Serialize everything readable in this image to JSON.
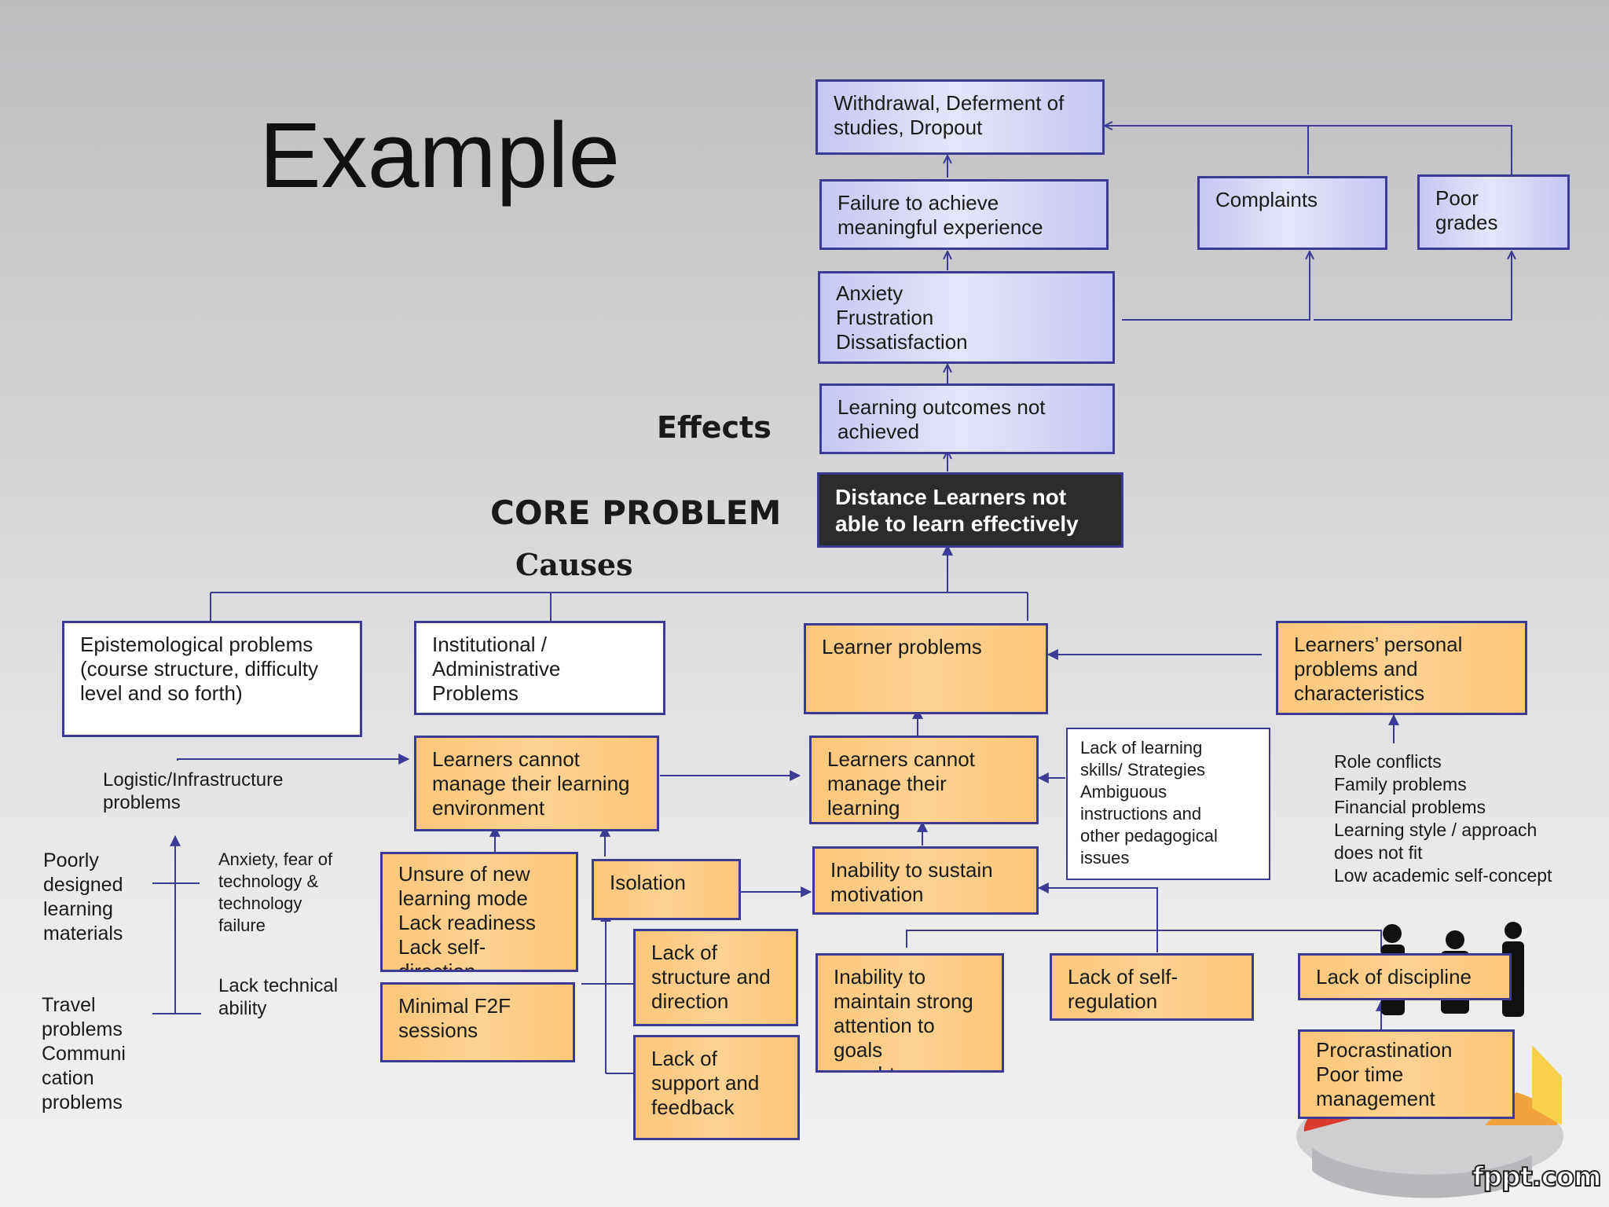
{
  "title": "Example",
  "sections": {
    "effects": "Effects",
    "core_problem": "CORE PROBLEM",
    "causes": "Causes"
  },
  "effects": {
    "withdrawal": "Withdrawal, Deferment of\nstudies, Dropout",
    "failure": "Failure to achieve\nmeaningful experience",
    "complaints": "Complaints",
    "poor_grades": "Poor\ngrades",
    "anxiety": "Anxiety\nFrustration\nDissatisfaction",
    "outcomes": "Learning outcomes not\nachieved"
  },
  "core": "Distance Learners not\nable to learn effectively",
  "causes": {
    "epistemological": "Epistemological problems\n(course structure, difficulty\nlevel and so forth)",
    "institutional": "Institutional  /\nAdministrative\nProblems",
    "learner_problems": "Learner problems",
    "personal": "Learners’ personal\nproblems and\ncharacteristics",
    "manage_env": "Learners cannot\nmanage their learning\nenvironment",
    "manage_act": "Learners cannot\nmanage their learning\nactivities",
    "lack_skills": "Lack of learning\nskills/ Strategies\nAmbiguous\ninstructions and\nother pedagogical\nissues",
    "unsure": "Unsure of new\nlearning mode\nLack readiness\nLack self-direction",
    "isolation": "Isolation",
    "sustain": "Inability to sustain\nmotivation",
    "minimal_f2f": "Minimal F2F\nsessions",
    "lack_structure": "Lack of\nstructure and\ndirection",
    "lack_support": "Lack of\nsupport  and\nfeedback",
    "attention": "Inability  to\nmaintain strong\nattention to goals\nsought",
    "self_regulation": "Lack of self-\nregulation",
    "discipline": "Lack of discipline",
    "procrastination": "Procrastination\nPoor time\nmanagement"
  },
  "labels": {
    "logistic": "Logistic/Infrastructure\nproblems",
    "poorly_designed": "Poorly\ndesigned\nlearning\nmaterials",
    "anxiety_tech": "Anxiety, fear of\ntechnology &\ntechnology\nfailure",
    "lack_technical": "Lack technical\nability",
    "travel": "Travel\nproblems\nCommuni\ncation\nproblems",
    "personal_list": "Role conflicts\nFamily problems\nFinancial problems\nLearning style / approach\ndoes not fit\nLow academic self-concept"
  },
  "watermark": "fppt.com",
  "colors": {
    "line": "#3b3a94",
    "blue_box": "#d6d6f8",
    "orange_box": "#fdcb82",
    "core_box": "#2c2c2e"
  }
}
